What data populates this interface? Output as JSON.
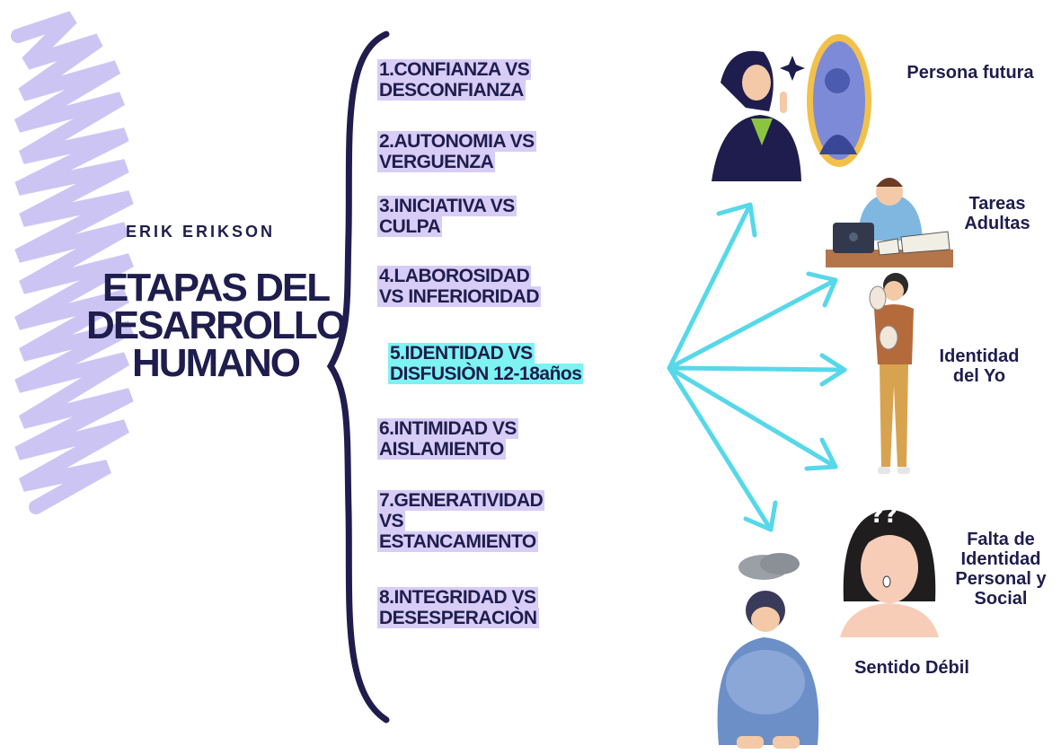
{
  "author": "ERIK ERIKSON",
  "title_lines": [
    "ETAPAS DEL",
    "DESARROLLO",
    "HUMANO"
  ],
  "stages": [
    {
      "lines": [
        "1.CONFIANZA VS",
        "DESCONFIANZA"
      ]
    },
    {
      "lines": [
        "2.AUTONOMIA VS",
        "VERGUENZA"
      ]
    },
    {
      "lines": [
        "3.INICIATIVA VS",
        "CULPA"
      ]
    },
    {
      "lines": [
        "4.LABOROSIDAD",
        "VS INFERIORIDAD"
      ]
    },
    {
      "lines": [
        "5.IDENTIDAD VS",
        "DISFUSIÒN 12-18años"
      ],
      "highlighted": true
    },
    {
      "lines": [
        "6.INTIMIDAD VS",
        "AISLAMIENTO"
      ]
    },
    {
      "lines": [
        "7.GENERATIVIDAD",
        "VS",
        "ESTANCAMIENTO"
      ]
    },
    {
      "lines": [
        "8.INTEGRIDAD VS",
        "DESESPERACIÒN"
      ]
    }
  ],
  "outcomes": [
    {
      "lines": [
        "Persona futura"
      ],
      "icon": "woman-mirror-icon"
    },
    {
      "lines": [
        "Tareas",
        "Adultas"
      ],
      "icon": "stressed-student-icon"
    },
    {
      "lines": [
        "Identidad",
        "del Yo"
      ],
      "icon": "person-with-masks-icon"
    },
    {
      "lines": [
        "Falta de",
        "Identidad",
        "Personal y",
        "Social"
      ],
      "icon": "confused-woman-icon"
    },
    {
      "lines": [
        "Sentido Débil"
      ],
      "icon": "sad-sitting-person-icon"
    }
  ],
  "colors": {
    "text": "#1f1d4d",
    "stage_highlight": "#d7cdf6",
    "current_stage_highlight": "#7df3f2",
    "arrows": "#56d8ea",
    "scribble": "#c9c2f3"
  }
}
